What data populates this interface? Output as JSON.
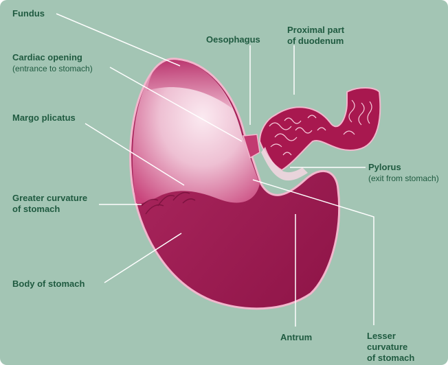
{
  "labels": {
    "fundus": {
      "main": [
        "Fundus"
      ]
    },
    "cardiac_opening": {
      "main": [
        "Cardiac opening"
      ],
      "sub": "(entrance to stomach)"
    },
    "margo_plicatus": {
      "main": [
        "Margo plicatus"
      ]
    },
    "greater_curvature": {
      "main": [
        "Greater curvature",
        "of stomach"
      ]
    },
    "body_of_stomach": {
      "main": [
        "Body of stomach"
      ]
    },
    "oesophagus": {
      "main": [
        "Oesophagus"
      ]
    },
    "proximal_duodenum": {
      "main": [
        "Proximal part",
        "of duodenum"
      ]
    },
    "pylorus": {
      "main": [
        "Pylorus"
      ],
      "sub": "(exit from stomach)"
    },
    "antrum": {
      "main": [
        "Antrum"
      ]
    },
    "lesser_curvature": {
      "main": [
        "Lesser",
        "curvature",
        "of stomach"
      ]
    }
  },
  "colors": {
    "background": "#a3c5b4",
    "label_text": "#1f5a40",
    "leader_line": "#ffffff",
    "stomach_dark": "#a0184f",
    "stomach_mid": "#c23a70",
    "stomach_light": "#f4d6e2",
    "outline": "#f2b7cd"
  }
}
